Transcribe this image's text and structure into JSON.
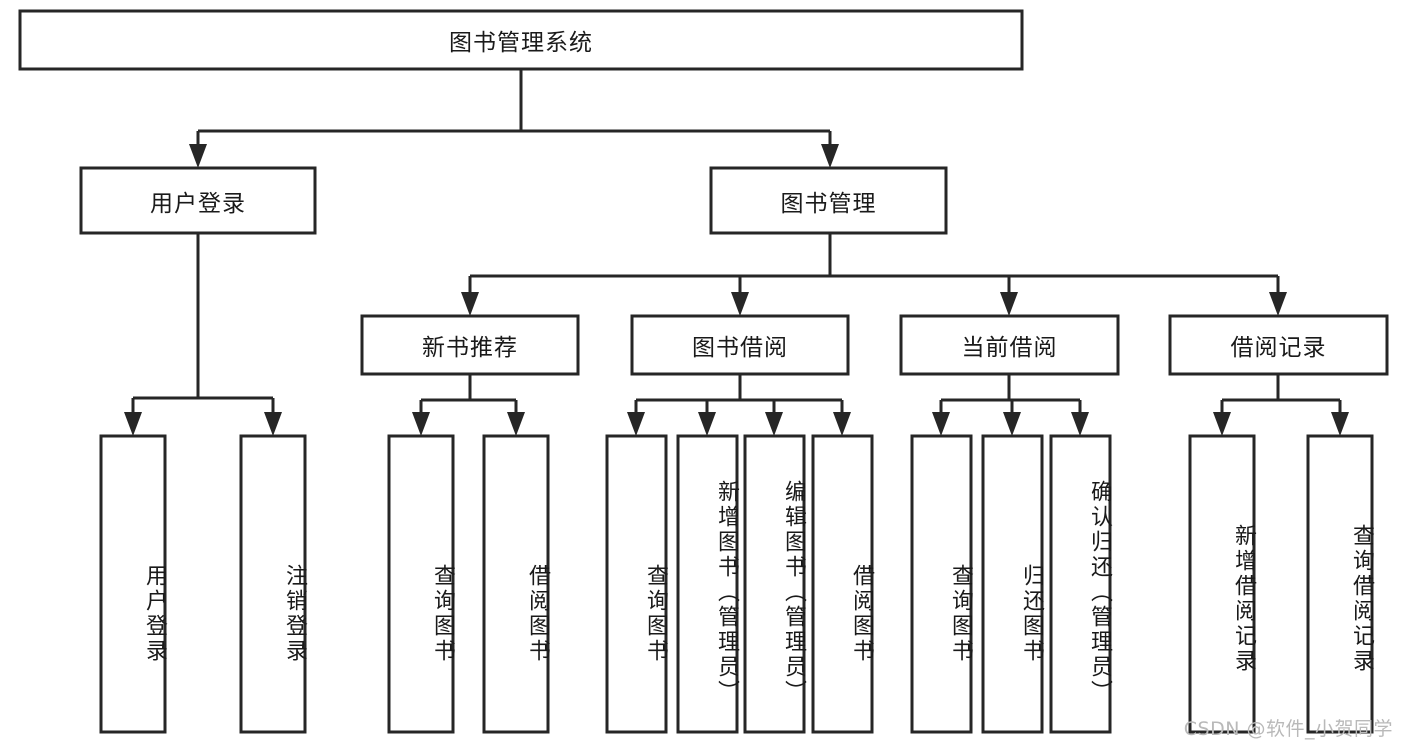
{
  "diagram": {
    "type": "tree",
    "title": "图书管理系统",
    "watermark": "CSDN @软件_小贺同学",
    "colors": {
      "box_stroke": "#262626",
      "box_fill": "#ffffff",
      "connector": "#262626",
      "text": "#1a1a1a",
      "watermark": "#b9b9b9",
      "background": "#ffffff"
    },
    "levels": {
      "root": {
        "label": "图书管理系统"
      },
      "level2": [
        {
          "id": "user-login",
          "label": "用户登录"
        },
        {
          "id": "book-management",
          "label": "图书管理"
        }
      ],
      "level3": [
        {
          "id": "new-book-recommend",
          "label": "新书推荐",
          "parent": "book-management"
        },
        {
          "id": "book-borrow",
          "label": "图书借阅",
          "parent": "book-management"
        },
        {
          "id": "current-borrow",
          "label": "当前借阅",
          "parent": "book-management"
        },
        {
          "id": "borrow-record",
          "label": "借阅记录",
          "parent": "book-management"
        }
      ],
      "leaves": [
        {
          "id": "leaf-user-login",
          "label": "用户登录",
          "parent": "user-login"
        },
        {
          "id": "leaf-logout-login",
          "label": "注销登录",
          "parent": "user-login"
        },
        {
          "id": "leaf-query-book-1",
          "label": "查询图书",
          "parent": "new-book-recommend"
        },
        {
          "id": "leaf-borrow-book-1",
          "label": "借阅图书",
          "parent": "new-book-recommend"
        },
        {
          "id": "leaf-query-book-2",
          "label": "查询图书",
          "parent": "book-borrow"
        },
        {
          "id": "leaf-add-book",
          "label": "新增图书（管理员）",
          "parent": "book-borrow"
        },
        {
          "id": "leaf-edit-book",
          "label": "编辑图书（管理员）",
          "parent": "book-borrow"
        },
        {
          "id": "leaf-borrow-book-2",
          "label": "借阅图书",
          "parent": "book-borrow"
        },
        {
          "id": "leaf-query-book-3",
          "label": "查询图书",
          "parent": "current-borrow"
        },
        {
          "id": "leaf-return-book",
          "label": "归还图书",
          "parent": "current-borrow"
        },
        {
          "id": "leaf-confirm-return",
          "label": "确认归还（管理员）",
          "parent": "current-borrow"
        },
        {
          "id": "leaf-add-record",
          "label": "新增借阅记录",
          "parent": "borrow-record"
        },
        {
          "id": "leaf-query-record",
          "label": "查询借阅记录",
          "parent": "borrow-record"
        }
      ]
    }
  }
}
